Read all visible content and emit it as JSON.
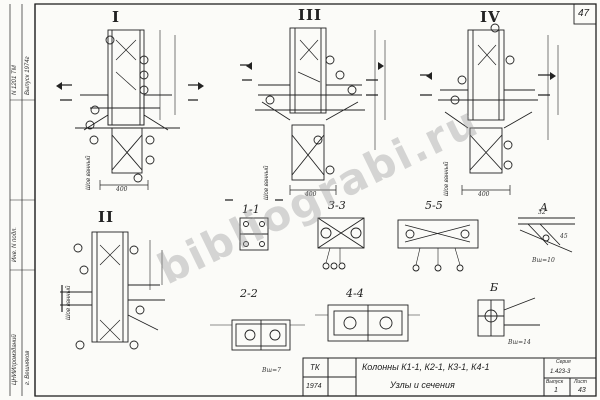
{
  "sheet": {
    "page_number": "47",
    "watermark": "bibliograbi.ru"
  },
  "views": {
    "v1": "I",
    "v2": "II",
    "v3": "III",
    "v4": "IV",
    "s11": "1-1",
    "s22": "2-2",
    "s33": "3-3",
    "s44": "4-4",
    "s55": "5-5",
    "nodeA": "A",
    "nodeB": "Б"
  },
  "notes": {
    "n1": "Шов ванный",
    "n2": "Шов ванный",
    "n3": "Шов ванный",
    "n4": "Шов ванный",
    "dim400a": "400",
    "dim400b": "400",
    "dim400c": "400",
    "dim32": "32",
    "dim45": "45",
    "weld1": "Вш=10",
    "weld2": "Вш=14",
    "weld3": "Вш=7"
  },
  "title_block": {
    "code_tk": "ТК",
    "number": "1974",
    "title": "Колонны К1-1, К2-1, К3-1, К4-1",
    "subtitle": "Узлы и сечения",
    "series_label": "Серия",
    "series_value": "1.423-3",
    "issue_label": "Выпуск",
    "issue_value": "1",
    "sheet_label": "Лист",
    "sheet_value": "43"
  },
  "left_strip": {
    "organization": "ЦНИИпромзданий",
    "city": "г. Вешняков",
    "inventory": "Инв. N подл.",
    "issue": "Выпуск 1974г",
    "n_tm": "N 1201 ТМ"
  }
}
